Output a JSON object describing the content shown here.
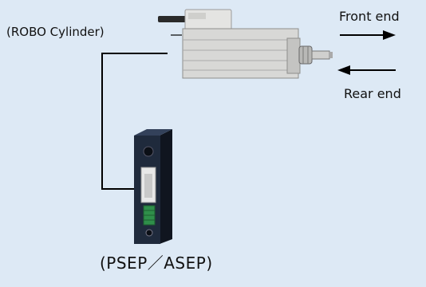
{
  "labels": {
    "cylinder": "(ROBO Cylinder)",
    "front_end": "Front end",
    "rear_end": "Rear end",
    "controller": "(PSEP／ASEP)"
  },
  "colors": {
    "background": "#dde9f5",
    "cylinder_body": "#d8d8d6",
    "controller_body": "#1f2a3c",
    "controller_panel": "#e8e8e8",
    "terminal_green": "#2f8f4a",
    "wire": "#000000"
  }
}
